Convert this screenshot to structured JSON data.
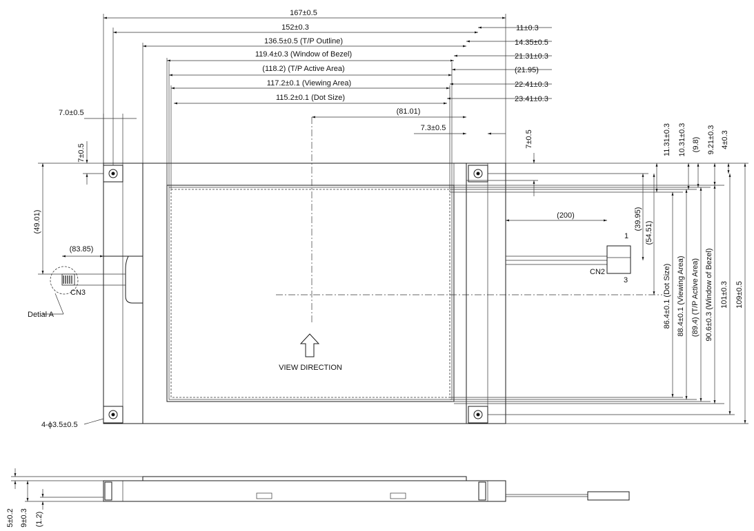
{
  "top_dims": {
    "d1": "167±0.5",
    "d2": "152±0.3",
    "d3": "136.5±0.5 (T/P Outline)",
    "d4": "119.4±0.3 (Window of Bezel)",
    "d5": "(118.2) (T/P Active Area)",
    "d6": "117.2±0.1 (Viewing Area)",
    "d7": "115.2±0.1 (Dot Size)",
    "d8": "(81.01)",
    "d9": "7.3±0.5"
  },
  "right_dims": {
    "r1": "11±0.3",
    "r2": "14.35±0.5",
    "r3": "21.31±0.3",
    "r4": "(21.95)",
    "r5": "22.41±0.3",
    "r6": "23.41±0.3"
  },
  "left_dims": {
    "l1": "7.0±0.5",
    "l2": "7±0.5",
    "l3": "(49.01)",
    "l4": "(83.85)",
    "cn3": "CN3",
    "detail": "Detial A",
    "holes": "4-ϕ3.5±0.5"
  },
  "vert_dims": {
    "v1": "7±0.5",
    "v2": "11.31±0.3",
    "v3": "10.31±0.3",
    "v4": "(9.8)",
    "v5": "9.21±0.3",
    "v6": "4±0.3",
    "v7": "(39.95)",
    "v8": "(54.51)",
    "v9": "86.4±0.1 (Dot Size)",
    "v10": "88.4±0.1 (Viewing Area)",
    "v11": "(89.4) (T/P Active Area)",
    "v12": "90.6±0.3 (Window of Bezel)",
    "v13": "101±0.3",
    "v14": "109±0.5"
  },
  "connector": {
    "cable_len": "(200)",
    "name": "CN2",
    "pin1": "1",
    "pin3": "3"
  },
  "view_direction": "VIEW DIRECTION",
  "side_dims": {
    "s1": "5±0.2",
    "s2": "9±0.3",
    "s3": "(1.2)"
  }
}
